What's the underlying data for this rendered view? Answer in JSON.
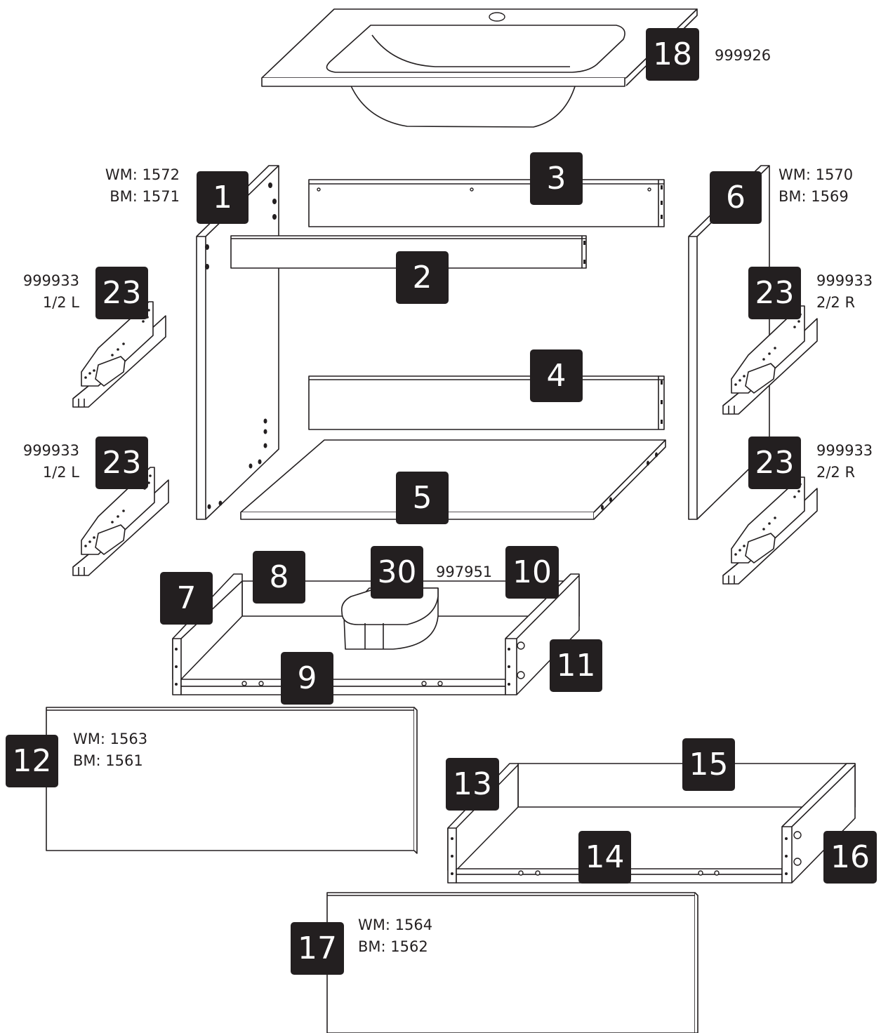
{
  "badges": {
    "p1": "1",
    "p2": "2",
    "p3": "3",
    "p4": "4",
    "p5": "5",
    "p6": "6",
    "p7": "7",
    "p8": "8",
    "p9": "9",
    "p10": "10",
    "p11": "11",
    "p12": "12",
    "p13": "13",
    "p14": "14",
    "p15": "15",
    "p16": "16",
    "p17": "17",
    "p18": "18",
    "p23a": "23",
    "p23b": "23",
    "p23c": "23",
    "p23d": "23",
    "p30": "30"
  },
  "codes": {
    "sink": "999926",
    "panel1": [
      "WM: 1572",
      "BM: 1571"
    ],
    "panel6": [
      "WM: 1570",
      "BM: 1569"
    ],
    "rail_left_top": [
      "999933",
      "1/2 L"
    ],
    "rail_left_bottom": [
      "999933",
      "1/2 L"
    ],
    "rail_right_top": [
      "999933",
      "2/2 R"
    ],
    "rail_right_bottom": [
      "999933",
      "2/2 R"
    ],
    "siphon_cutout": "997951",
    "front12": [
      "WM: 1563",
      "BM: 1561"
    ],
    "front17": [
      "WM: 1564",
      "BM: 1562"
    ]
  },
  "colors": {
    "ink": "#231f20",
    "badge_text": "#ffffff",
    "background": "#ffffff"
  }
}
